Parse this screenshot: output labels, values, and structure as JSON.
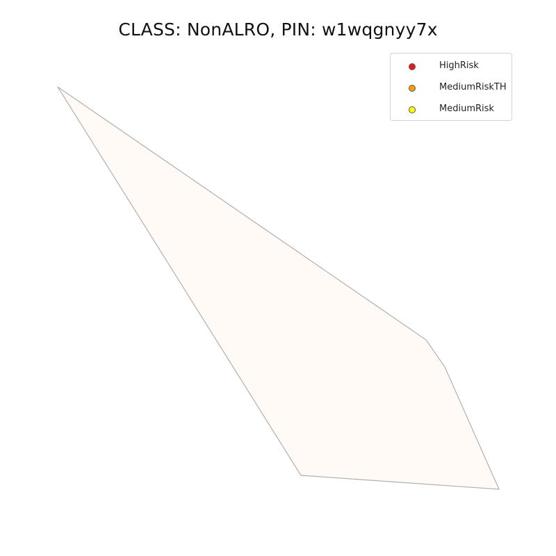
{
  "title": "CLASS: NonALRO, PIN: w1wqgnyy7x",
  "legend": {
    "items": [
      {
        "label": "HighRisk",
        "color": "#e31a1c"
      },
      {
        "label": "MediumRiskTH",
        "color": "#f59e0b"
      },
      {
        "label": "MediumRisk",
        "color": "#ffff00"
      }
    ]
  },
  "parcel": {
    "fill_color": "#fffaf5",
    "stroke_color": "#b0b0b0"
  }
}
